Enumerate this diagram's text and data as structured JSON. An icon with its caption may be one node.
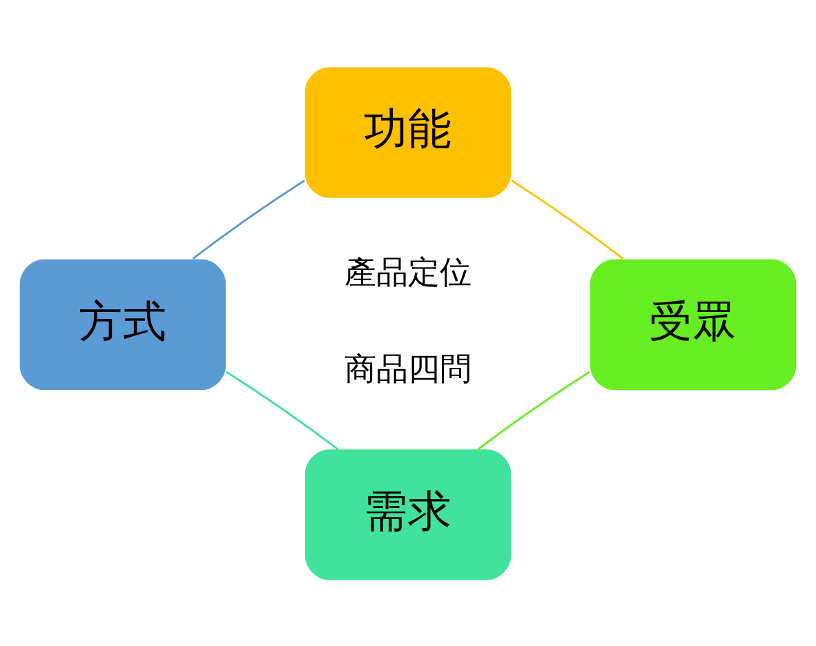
{
  "diagram": {
    "nodes": [
      {
        "text": [
          "功能"
        ]
      },
      {
        "text": [
          "方式"
        ]
      },
      {
        "text": [
          "受眾"
        ]
      },
      {
        "text": [
          "需求"
        ]
      }
    ],
    "edges": [
      {
        "from": 0,
        "to": 2,
        "arrow": "none",
        "color": "#ffc000"
      },
      {
        "from": 2,
        "to": 3,
        "arrow": "none",
        "color": "#66ee22"
      },
      {
        "from": 3,
        "to": 1,
        "arrow": "none",
        "color": "#40e29c"
      },
      {
        "from": 1,
        "to": 0,
        "arrow": "none",
        "color": "#5b9bd5"
      }
    ],
    "labels": [
      "產品定位",
      "商品四問"
    ]
  }
}
